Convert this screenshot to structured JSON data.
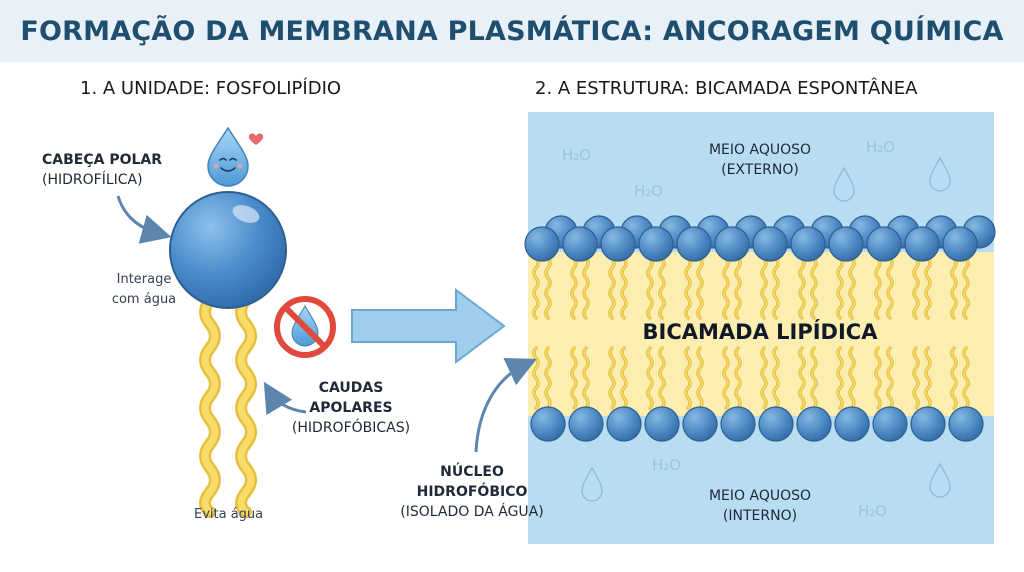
{
  "title": "FORMAÇÃO DA MEMBRANA PLASMÁTICA: ANCORAGEM QUÍMICA",
  "left_panel": {
    "heading": "1. A UNIDADE: FOSFOLIPÍDIO",
    "head_label": {
      "title": "CABEÇA POLAR",
      "subtitle": "(HIDROFÍLICA)"
    },
    "head_note": {
      "line1": "Interage",
      "line2": "com água"
    },
    "tails_label": {
      "line1": "CAUDAS",
      "line2": "APOLARES",
      "subtitle": "(HIDROFÓBICAS)"
    },
    "tails_note": "Evita água"
  },
  "right_panel": {
    "heading": "2. A ESTRUTURA: BICAMADA ESPONTÂNEA",
    "outer_medium": {
      "title": "MEIO AQUOSO",
      "subtitle": "(EXTERNO)"
    },
    "inner_medium": {
      "title": "MEIO AQUOSO",
      "subtitle": "(INTERNO)"
    },
    "bilayer_label": "BICAMADA LIPÍDICA",
    "core_label": {
      "line1": "NÚCLEO",
      "line2": "HIDROFÓBICO",
      "subtitle": "(ISOLADO DA ÁGUA)"
    },
    "water_text": "H₂O"
  },
  "icons": [
    "water-drop-smile-icon",
    "heart-icon",
    "no-water-icon",
    "arrow-right-icon",
    "water-drop-icon"
  ],
  "colors": {
    "title_bg": "#e8f1f8",
    "title_text": "#1f4e6e",
    "water": "#b8dcf2",
    "head": "#4a8ccc",
    "tail": "#f2d04c",
    "bilayer_core": "#fbeeb0",
    "prohibit": "#e04a3c"
  }
}
